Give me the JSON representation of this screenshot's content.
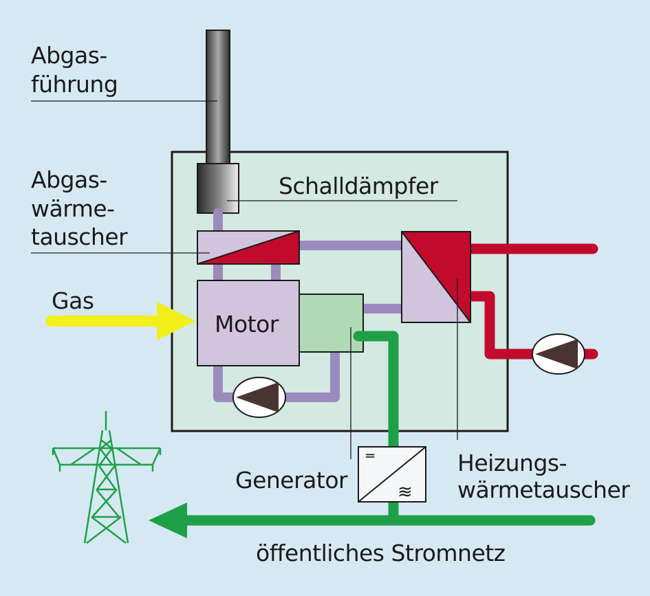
{
  "labels": {
    "abgasfuehrung_line1": "Abgas-",
    "abgasfuehrung_line2": "führung",
    "abgaswaerme_line1": "Abgas-",
    "abgaswaerme_line2": "wärme-",
    "abgaswaerme_line3": "tauscher",
    "schalldaempfer": "Schalldämpfer",
    "gas": "Gas",
    "motor": "Motor",
    "generator": "Generator",
    "heizung_line1": "Heizungs-",
    "heizung_line2": "wärmetauscher",
    "stromnetz": "öffentliches Stromnetz"
  },
  "inverter_symbols": {
    "dc": "═",
    "ac": "≋"
  },
  "colors": {
    "background": "#d6e9f3",
    "housing": "#d3e9e1",
    "component": "#d1c5de",
    "heat_red": "#c20a2c",
    "cooling_purple": "#9b8bbd",
    "electric_green": "#1fa048",
    "gas_yellow": "#f3ef1a",
    "generator_box": "#b0d9b5"
  }
}
